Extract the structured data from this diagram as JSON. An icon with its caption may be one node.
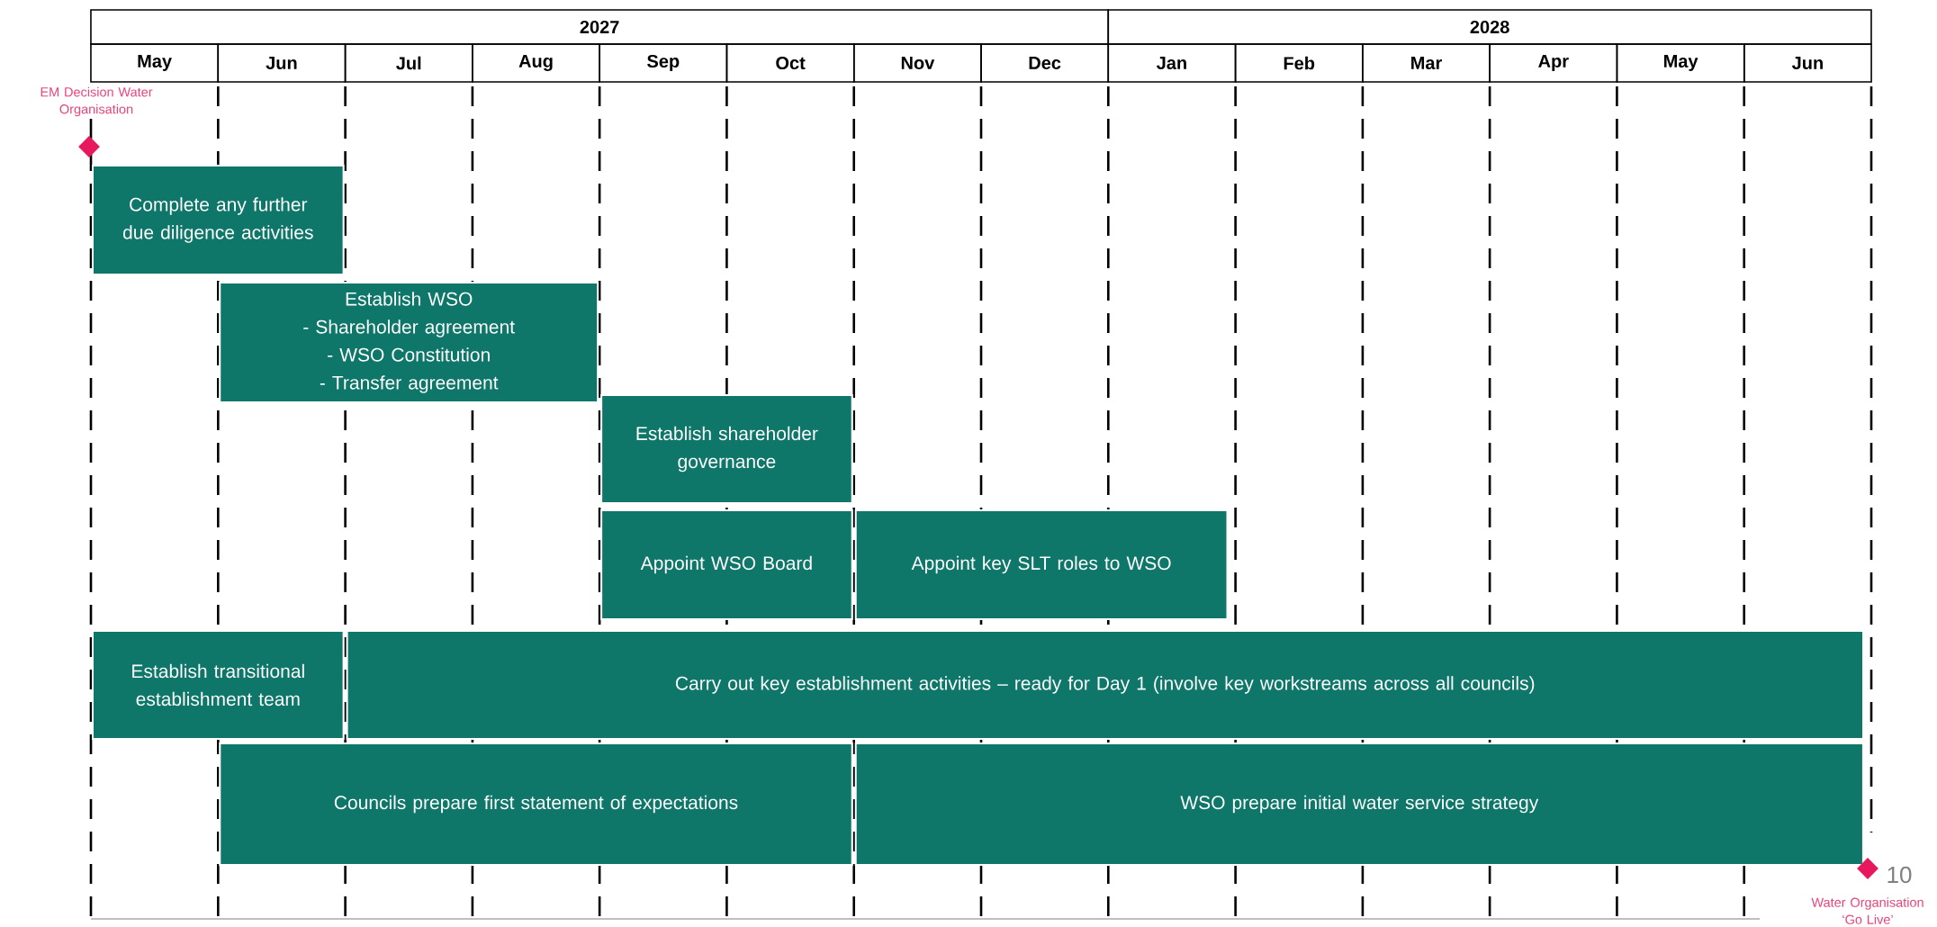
{
  "diagram": {
    "nodes": [
      {
        "text": [],
        "shape": "diamond",
        "beside": [
          "EM Decision Water Organisation"
        ]
      },
      {
        "text": [
          "Complete any further due diligence activities"
        ]
      },
      {
        "text": [
          "Establish WSO",
          "- Shareholder agreement",
          "- WSO Constitution",
          "- Transfer agreement"
        ]
      },
      {
        "text": [
          "Establish shareholder governance"
        ]
      },
      {
        "text": [
          "Appoint WSO Board"
        ]
      },
      {
        "text": [
          "Appoint key SLT roles to WSO"
        ]
      },
      {
        "text": [
          "Establish transitional establishment team"
        ]
      },
      {
        "text": [
          "Carry out key establishment activities – ready for Day 1 (involve key workstreams across all councils)"
        ]
      },
      {
        "text": [
          "Councils prepare first statement of expectations"
        ]
      },
      {
        "text": [
          "WSO prepare initial water service strategy"
        ]
      },
      {
        "text": [],
        "shape": "diamond",
        "beside": [
          "Water Organisation ‘Go Live’"
        ]
      }
    ],
    "labels": [
      "2027",
      "2028",
      "May",
      "Jun",
      "Jul",
      "Aug",
      "Sep",
      "Oct",
      "Nov",
      "Dec",
      "Jan",
      "Feb",
      "Mar",
      "Apr",
      "May",
      "Jun",
      "10"
    ]
  }
}
